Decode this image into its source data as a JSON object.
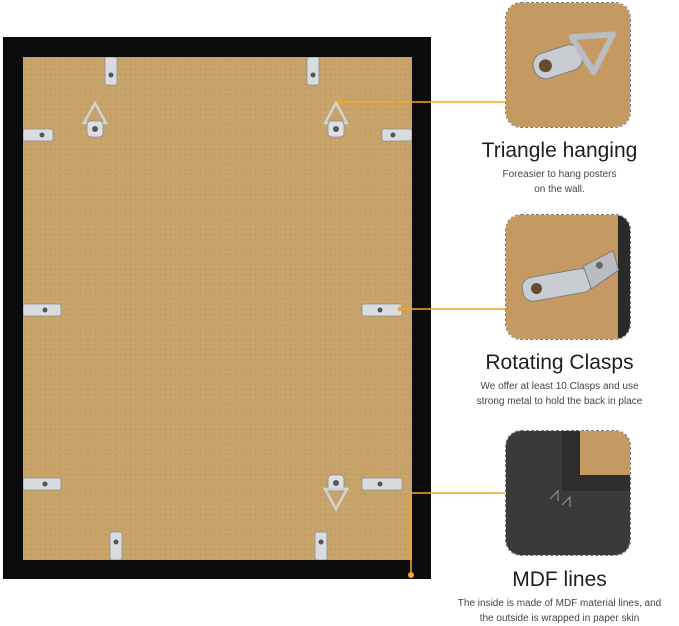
{
  "features": [
    {
      "title": "Triangle hanging",
      "desc_lines": [
        "Foreasier to hang posters",
        "on the wall."
      ]
    },
    {
      "title": "Rotating Clasps",
      "desc_lines": [
        "We offer at least 10 Clasps and use",
        "strong metal to hold the back in place"
      ]
    },
    {
      "title": "MDF lines",
      "desc_lines": [
        "The inside is made of MDF material lines, and",
        "the outside is wrapped in paper skin"
      ]
    }
  ],
  "colors": {
    "frame": "#0b0b0b",
    "board": "#c8a36a",
    "accent_line": "#f5a623",
    "metal": "#c9ccd1"
  },
  "icons": [
    "triangle-hanger-icon",
    "rotating-clasp-icon",
    "mdf-corner-icon"
  ]
}
